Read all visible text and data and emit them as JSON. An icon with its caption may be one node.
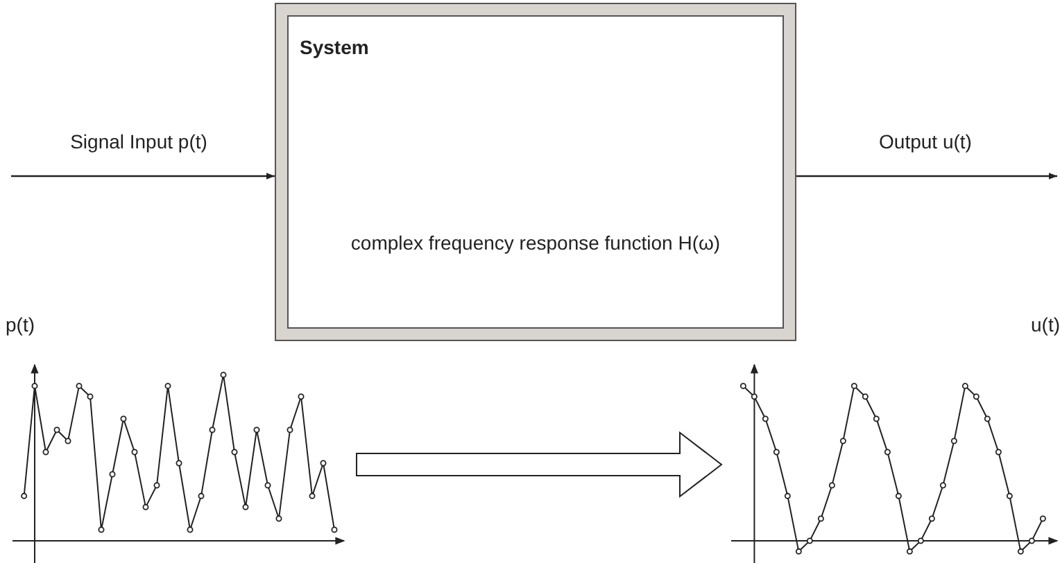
{
  "diagram": {
    "nodes": [
      {
        "text": [
          "System",
          "complex frequency response function H(ω)"
        ]
      },
      {
        "text": [
          "p(t)"
        ]
      },
      {
        "text": [
          "u(t)"
        ]
      }
    ],
    "edges": [
      {
        "from": null,
        "to": 0,
        "arrow": "to",
        "label": "Signal Input p(t)"
      },
      {
        "from": 0,
        "to": null,
        "arrow": "to",
        "label": "Output u(t)"
      },
      {
        "from": 1,
        "to": 2,
        "arrow": "to",
        "style": "thick"
      }
    ]
  }
}
